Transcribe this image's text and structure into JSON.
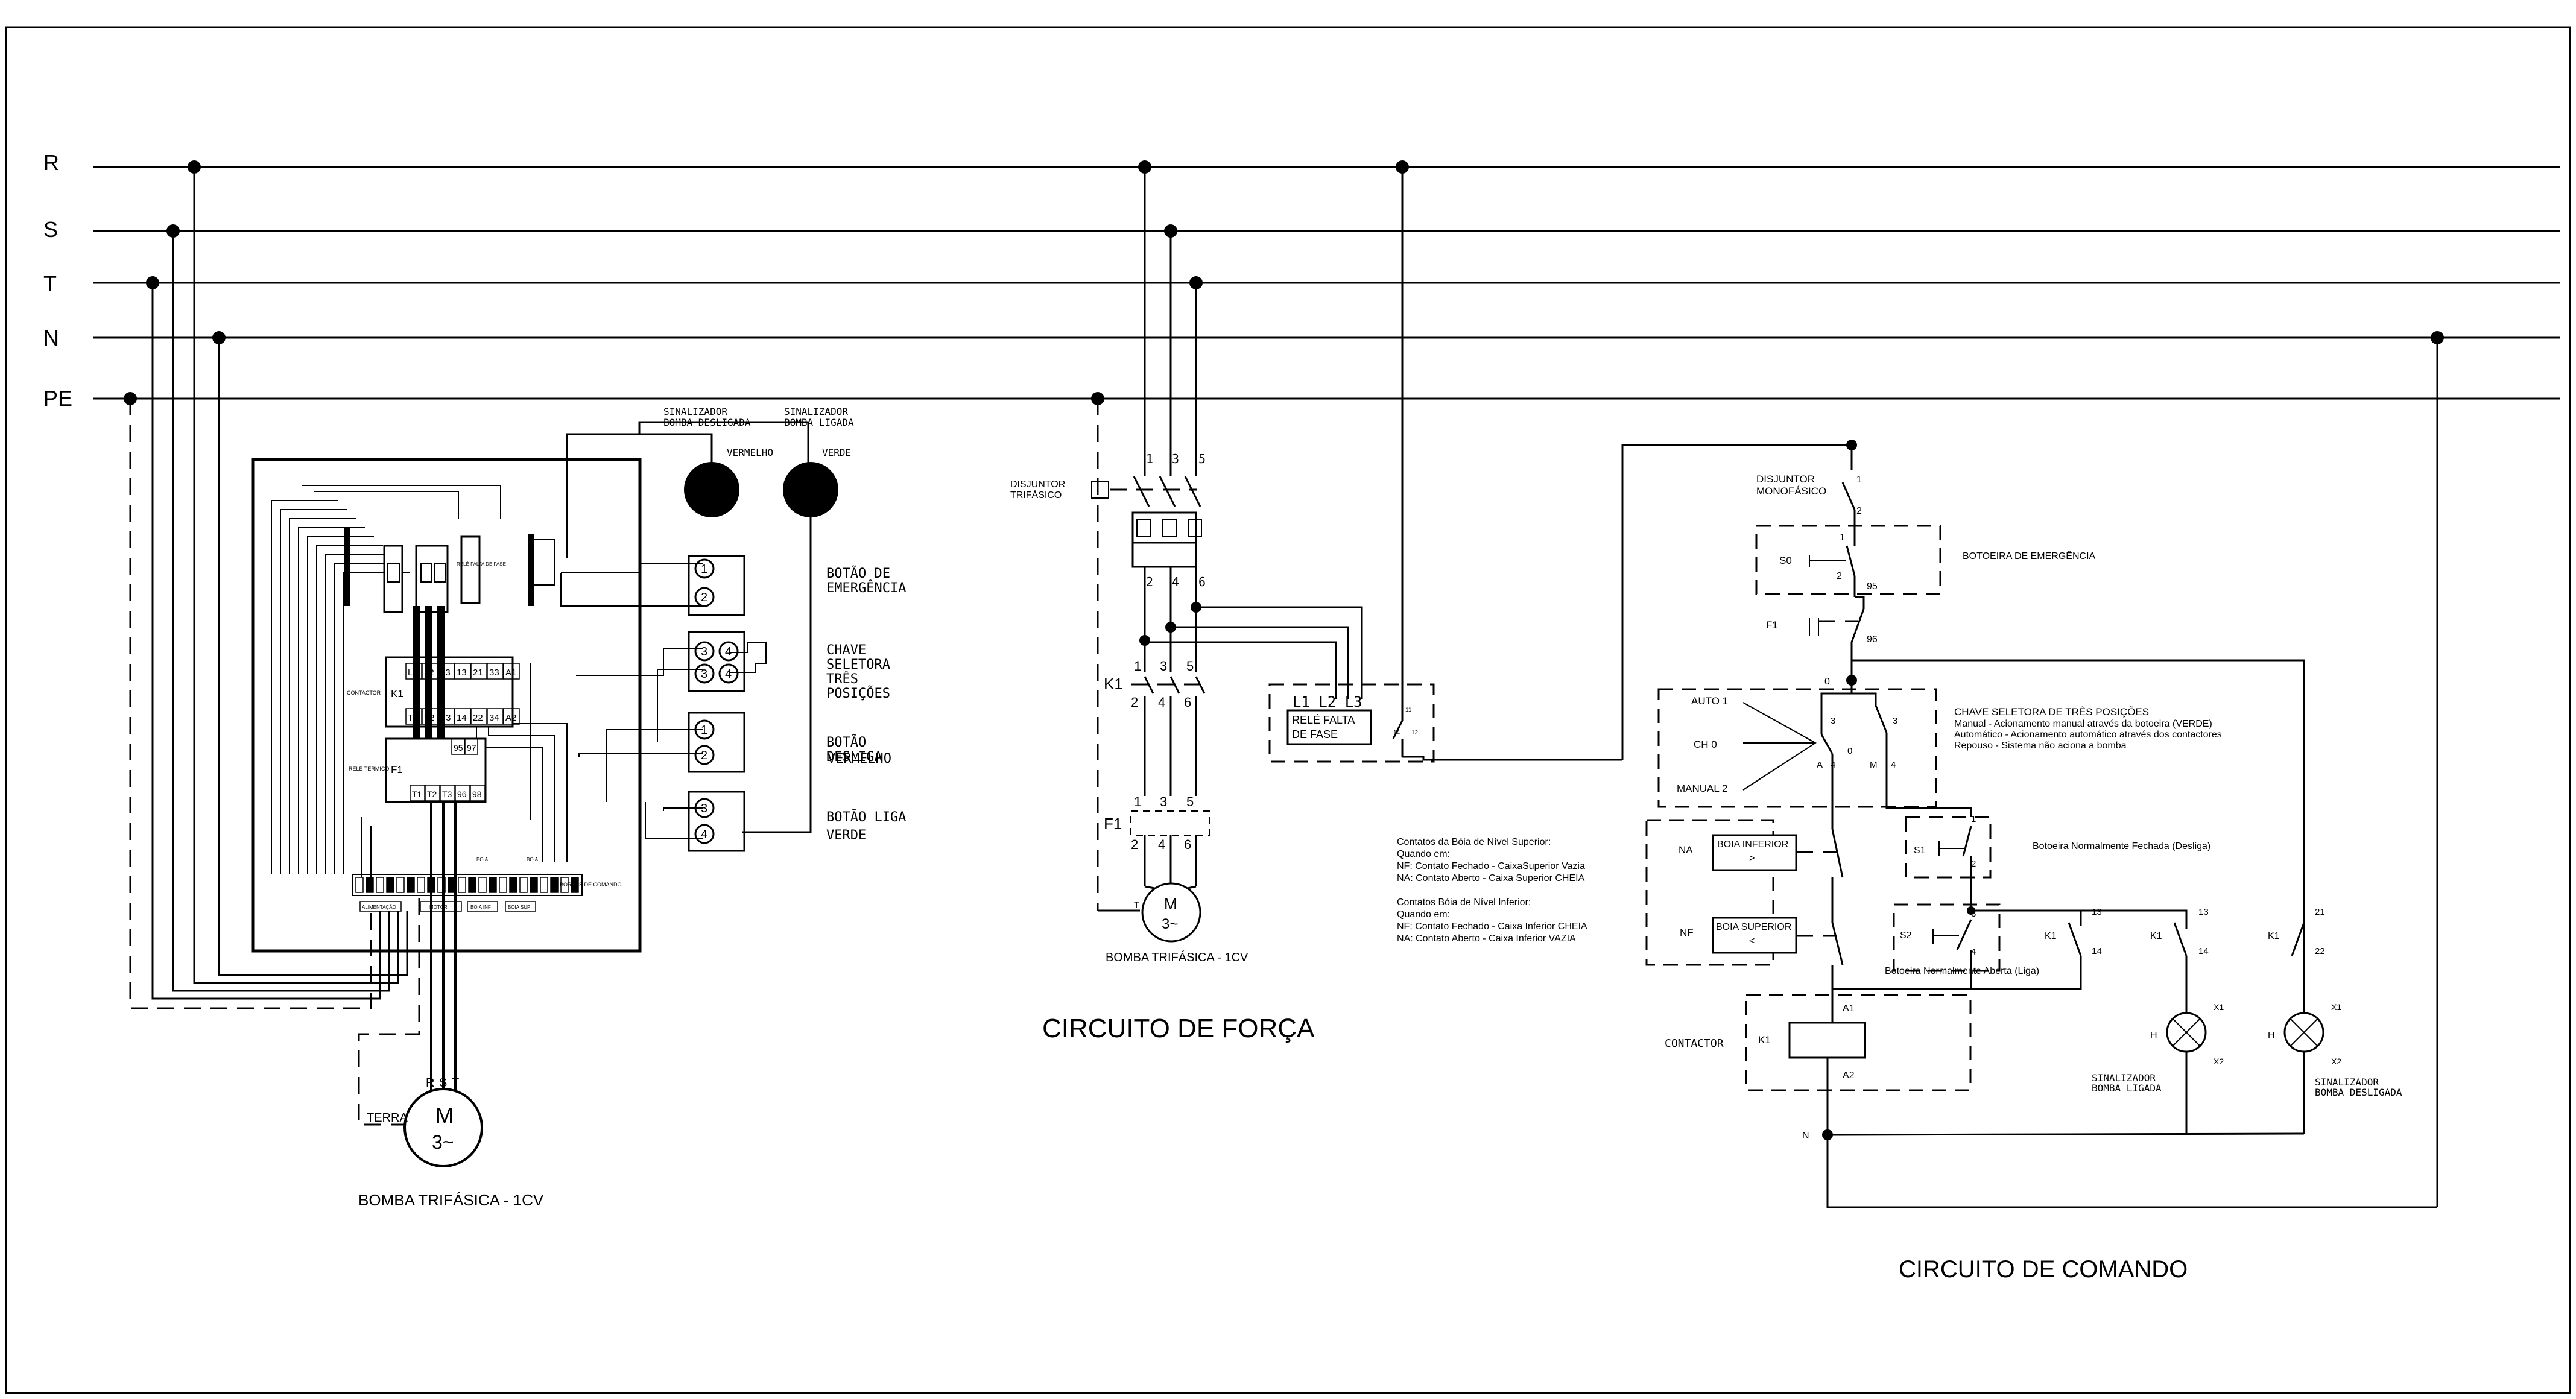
{
  "buses": [
    "R",
    "S",
    "T",
    "N",
    "PE"
  ],
  "left_panel": {
    "sig_off": "SINALIZADOR\nBOMBA DESLIGADA",
    "sig_on": "SINALIZADOR\nBOMBA LIGADA",
    "vermelho": "VERMELHO",
    "verde": "VERDE",
    "b_emergencia": "BOTÃO DE\nEMERGÊNCIA",
    "chave_seletora": "CHAVE\nSELETORA\nTRÊS\nPOSIÇÕES",
    "b_desliga": "BOTÃO\nDESLIGA",
    "b_vermelho": "VERMELHO",
    "b_liga": "BOTÃO LIGA\nVERDE",
    "terminal_nums": [
      "1",
      "2",
      "3",
      "4",
      "3",
      "4",
      "1",
      "2",
      "3",
      "4"
    ],
    "contactor_label": "CONTACTOR",
    "contactor_k1": "K1",
    "contactor_top": [
      "L1",
      "L2",
      "L3",
      "13",
      "21",
      "33",
      "A1"
    ],
    "contactor_bot": [
      "T1",
      "T2",
      "T3",
      "14",
      "22",
      "34",
      "A2"
    ],
    "rele_label": "RELE TÉRMICO",
    "rele_f1": "F1",
    "rele_top": [
      "95",
      "97"
    ],
    "rele_bot": [
      "T1",
      "T2",
      "T3",
      "96",
      "98"
    ],
    "motor_rst": [
      "R",
      "S",
      "T"
    ],
    "motor_m": "M",
    "motor_3": "3~",
    "terra": "TERRA",
    "bomba": "BOMBA TRIFÁSICA - 1CV",
    "borne_label": "BORNES DE COMANDO",
    "tb_groups": [
      "ALIMENTAÇÃO",
      "MOTOR",
      "BOIA INF",
      "BOIA SUP"
    ],
    "boia_labels": [
      "BOIA",
      "BOIA"
    ],
    "rele_falta": "RELÉ\nFALTA\nDE\nFASE"
  },
  "forca": {
    "disjuntor": "DISJUNTOR\nTRIFÁSICO",
    "top_nums": [
      "1",
      "3",
      "5"
    ],
    "mid_nums": [
      "2",
      "4",
      "6"
    ],
    "k1": "K1",
    "k1_top": [
      "1",
      "3",
      "5"
    ],
    "k1_bot": [
      "2",
      "4",
      "6"
    ],
    "f1": "F1",
    "f1_top": [
      "1",
      "3",
      "5"
    ],
    "f1_bot": [
      "2",
      "4",
      "6"
    ],
    "m": "M",
    "m3": "3~",
    "t_label": "T",
    "bomba": "BOMBA TRIFÁSICA - 1CV",
    "title": "CIRCUITO DE FORÇA",
    "rele_l": "L1 L2 L3",
    "rele_falta": "RELÉ FALTA\nDE FASE",
    "contact_a": "11",
    "contact_b": "14",
    "contact_c": "12"
  },
  "notes": {
    "sup_lines": [
      "Contatos da Bóia de Nível Superior:",
      "Quando em:",
      "NF: Contato Fechado - CaixaSuperior Vazia",
      "NA: Contato Aberto - Caixa Superior CHEIA"
    ],
    "inf_lines": [
      "Contatos Bóia de Nível Inferior:",
      "Quando em:",
      "NF:     Contato Fechado - Caixa Inferior CHEIA",
      "NA:     Contato Aberto - Caixa Inferior VAZIA"
    ]
  },
  "comando": {
    "disjuntor": "DISJUNTOR\nMONOFÁSICO",
    "n1": "1",
    "n2": "2",
    "s0": "S0",
    "s0_1": "1",
    "s0_2": "2",
    "botoeira_emerg": "BOTOEIRA DE EMERGÊNCIA",
    "f1": "F1",
    "n95": "95",
    "n96": "96",
    "n0": "0",
    "auto": "AUTO 1",
    "ch0": "CH 0",
    "manual": "MANUAL 2",
    "sel_nums": [
      "3",
      "3",
      "0",
      "A",
      "4",
      "M",
      "4"
    ],
    "chave_title": "CHAVE SELETORA DE TRÊS POSIÇÕES",
    "chave_lines": [
      "Manual - Acionamento manual através da botoeira (VERDE)",
      "Automático - Acionamento automático através dos contactores",
      "Repouso - Sistema não aciona a bomba"
    ],
    "na": "NA",
    "nf": "NF",
    "boia_inf": "BOIA INFERIOR",
    "boia_inf_sym": ">",
    "boia_sup": "BOIA SUPERIOR",
    "boia_sup_sym": "<",
    "s1": "S1",
    "s1_1": "1",
    "s1_2": "2",
    "s1_desc": "Botoeira Normalmente Fechada (Desliga)",
    "s2": "S2",
    "s2_3": "3",
    "s2_4": "4",
    "s2_desc": "Botoeira Normalmente Aberta (Liga)",
    "k1_a": "K1",
    "k1_a_13": "13",
    "k1_a_14": "14",
    "k1_b": "K1",
    "k1_b_13": "13",
    "k1_b_14": "14",
    "k1_c": "K1",
    "k1_c_21": "21",
    "k1_c_22": "22",
    "contactor": "CONTACTOR",
    "coil_k1": "K1",
    "a1": "A1",
    "a2": "A2",
    "n_label": "N",
    "h1": "H",
    "h1_x1": "X1",
    "h1_x2": "X2",
    "h2": "H",
    "h2_x1": "X1",
    "h2_x2": "X2",
    "sig_on": "SINALIZADOR\nBOMBA LIGADA",
    "sig_off": "SINALIZADOR\nBOMBA DESLIGADA",
    "title": "CIRCUITO DE COMANDO"
  }
}
